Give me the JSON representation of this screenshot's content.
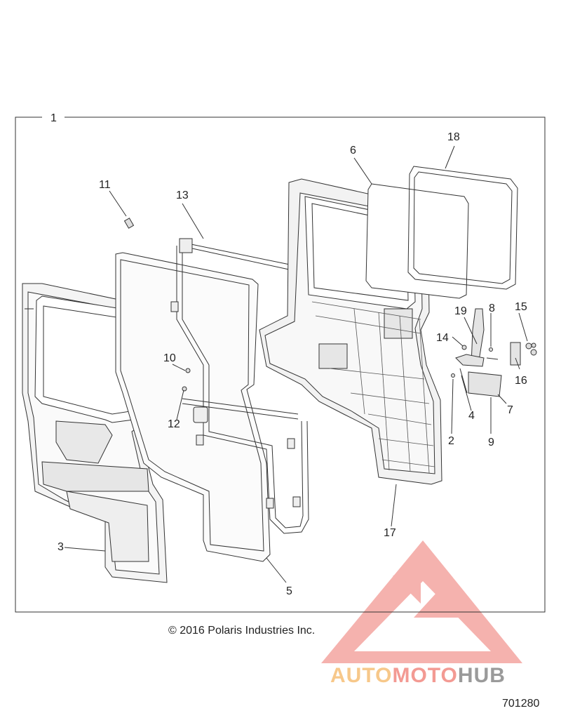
{
  "diagram": {
    "callouts": [
      {
        "id": "c1",
        "text": "1"
      },
      {
        "id": "c2",
        "text": "2"
      },
      {
        "id": "c3",
        "text": "3"
      },
      {
        "id": "c4",
        "text": "4"
      },
      {
        "id": "c5",
        "text": "5"
      },
      {
        "id": "c6",
        "text": "6"
      },
      {
        "id": "c7",
        "text": "7"
      },
      {
        "id": "c8",
        "text": "8"
      },
      {
        "id": "c9",
        "text": "9"
      },
      {
        "id": "c10",
        "text": "10"
      },
      {
        "id": "c11",
        "text": "11"
      },
      {
        "id": "c12",
        "text": "12"
      },
      {
        "id": "c13",
        "text": "13"
      },
      {
        "id": "c14",
        "text": "14"
      },
      {
        "id": "c15",
        "text": "15"
      },
      {
        "id": "c16",
        "text": "16"
      },
      {
        "id": "c17",
        "text": "17"
      },
      {
        "id": "c18",
        "text": "18"
      },
      {
        "id": "c19",
        "text": "19"
      }
    ],
    "copyright": "© 2016 Polaris Industries Inc.",
    "diagram_id": "701280"
  },
  "watermark": {
    "text_part1": "AUTO",
    "text_part2": "MOTO",
    "text_part3": "HUB",
    "colors": {
      "auto": "#f7c88a",
      "moto": "#f39a93",
      "hub": "#9a9a9a",
      "triangle": "#f08a84"
    }
  },
  "colors": {
    "line": "#333333",
    "panel_fill": "#f2f2f2",
    "frame_fill": "#e8e8e8"
  }
}
